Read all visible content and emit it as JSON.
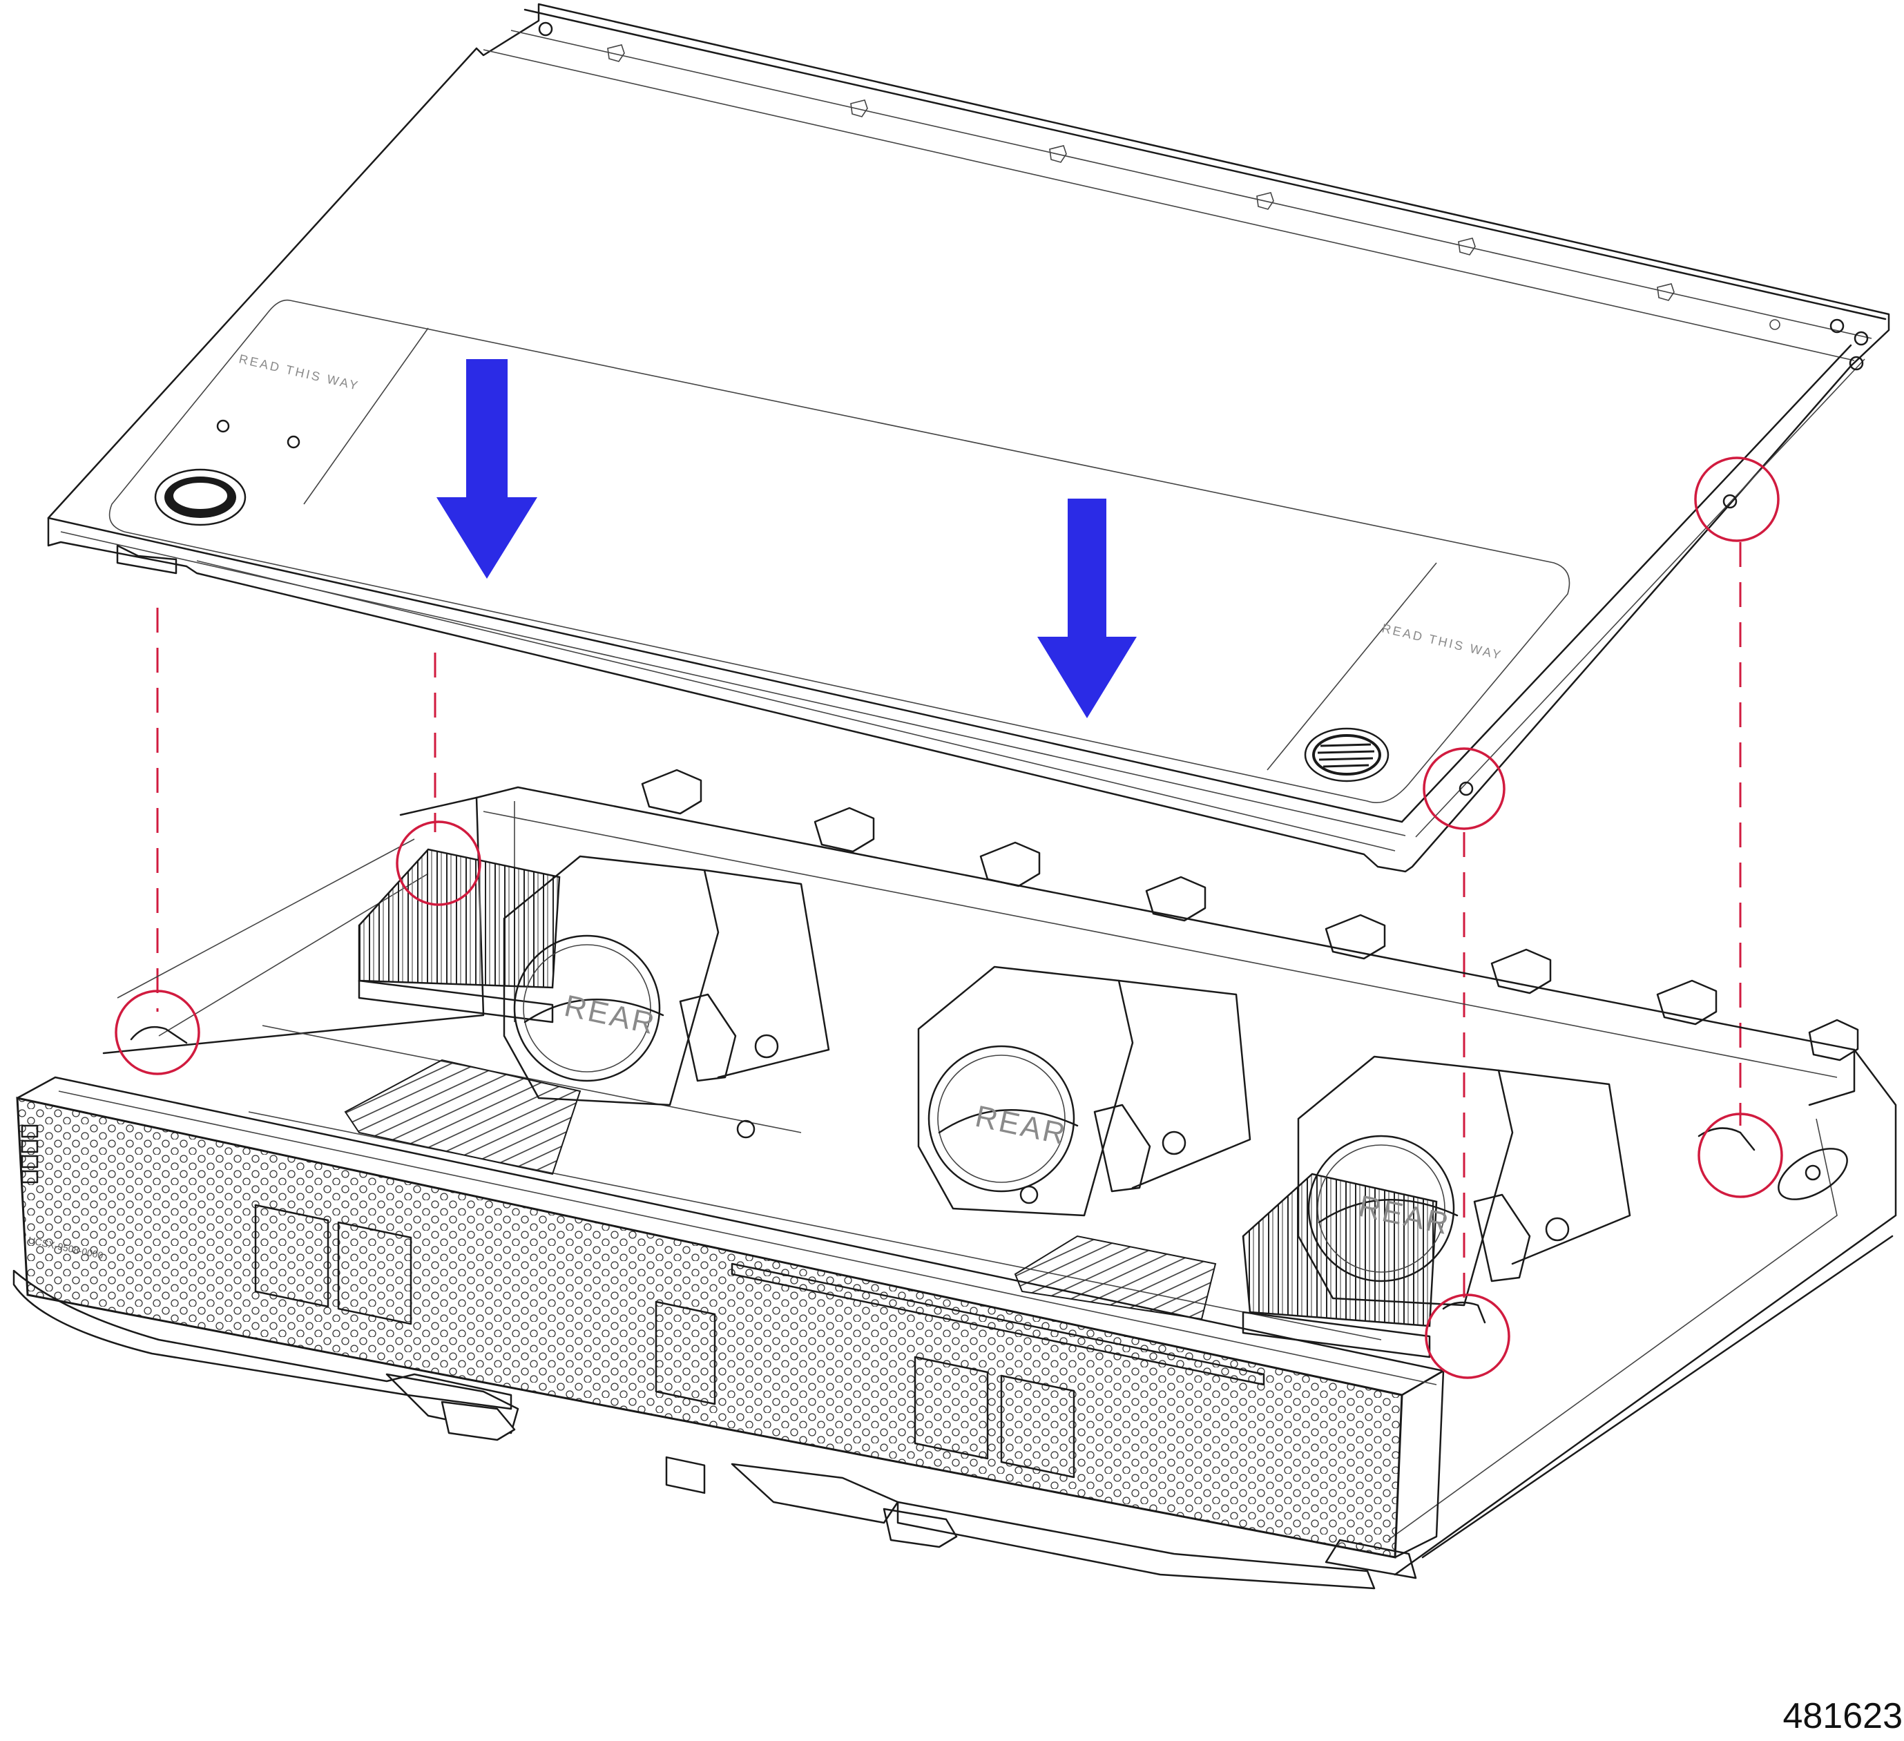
{
  "figure": {
    "id_text": "481623",
    "cover_label_left": "READ THIS WAY",
    "cover_label_right": "READ THIS WAY",
    "fan_label": "REAR",
    "front_panel_model": "UCSX-9508-0000"
  },
  "colors": {
    "arrow": "#2b2be6",
    "callout": "#d11b3f",
    "line": "#1a1a1a"
  },
  "icons": {
    "down_arrow": "down-arrow-icon",
    "callout_circle": "callout-circle-icon"
  }
}
